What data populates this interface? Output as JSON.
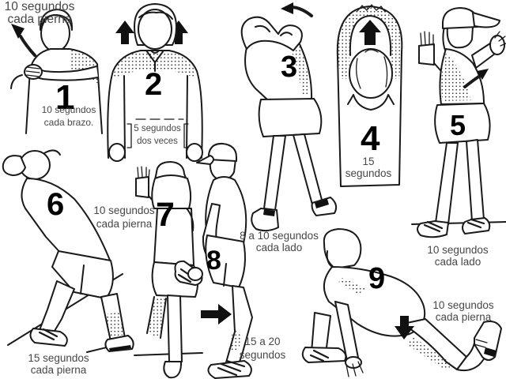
{
  "page": {
    "language": "es",
    "background_color": "#ffffff",
    "ink_color": "#1a1a1a",
    "label_color": "#474747"
  },
  "stray_label": {
    "lines": [
      "10 segundos",
      "cada pierna"
    ]
  },
  "exercises": [
    {
      "number": "1",
      "figure": "arm-across-chest-stretch",
      "duration_lines": [
        "10 segundos",
        "cada brazo."
      ]
    },
    {
      "number": "2",
      "figure": "shoulder-shrug",
      "duration_lines": [
        "5 segundos",
        "dos veces"
      ]
    },
    {
      "number": "3",
      "figure": "overhead-side-bend",
      "duration_lines": [
        "8 a 10 segundos",
        "cada lado"
      ]
    },
    {
      "number": "4",
      "figure": "arms-overhead-stretch",
      "duration_lines": [
        "15",
        "segundos"
      ]
    },
    {
      "number": "5",
      "figure": "torso-twist",
      "duration_lines": [
        "10 segundos",
        "cada lado"
      ]
    },
    {
      "number": "6",
      "figure": "leaning-calf-lunge-stretch",
      "duration_lines": [
        "15 segundos",
        "cada pierna"
      ]
    },
    {
      "number": "7",
      "figure": "standing-quad-stretch",
      "duration_lines": [
        "10 segundos",
        "cada pierna"
      ]
    },
    {
      "number": "8",
      "figure": "half-squat",
      "duration_lines": [
        "15 a 20",
        "segundos"
      ]
    },
    {
      "number": "9",
      "figure": "kneeling-hip-flexor-lunge",
      "duration_lines": [
        "10 segundos",
        "cada pierna"
      ]
    }
  ]
}
